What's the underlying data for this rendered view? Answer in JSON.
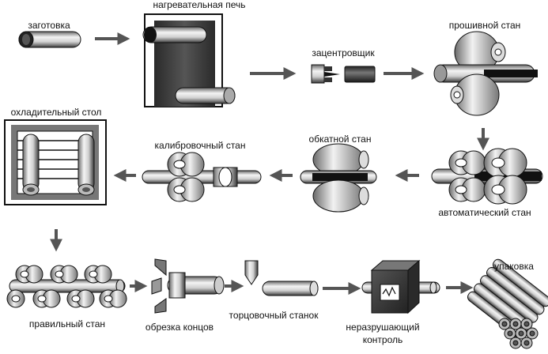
{
  "labels": {
    "zagotovka": "заготовка",
    "pech": "нагревательная печь",
    "zacentrovshik": "зацентровщик",
    "proshivnoy": "прошивной стан",
    "avtomaticheskiy": "автоматический стан",
    "obkatnoy": "обкатной стан",
    "kalibrovochny": "калибровочный стан",
    "stol": "охладительный стол",
    "pravilny": "правильный стан",
    "obrezka": "обрезка концов",
    "torcovochny": "торцовочный станок",
    "nerazrush_1": "неразрушающий",
    "nerazrush_2": "контроль",
    "upakovka": "упаковка"
  },
  "colors": {
    "arrow": "#555555",
    "metal_light": "#eeeeee",
    "metal_dark": "#555555",
    "furnace": "#444444",
    "outline": "#111111"
  }
}
